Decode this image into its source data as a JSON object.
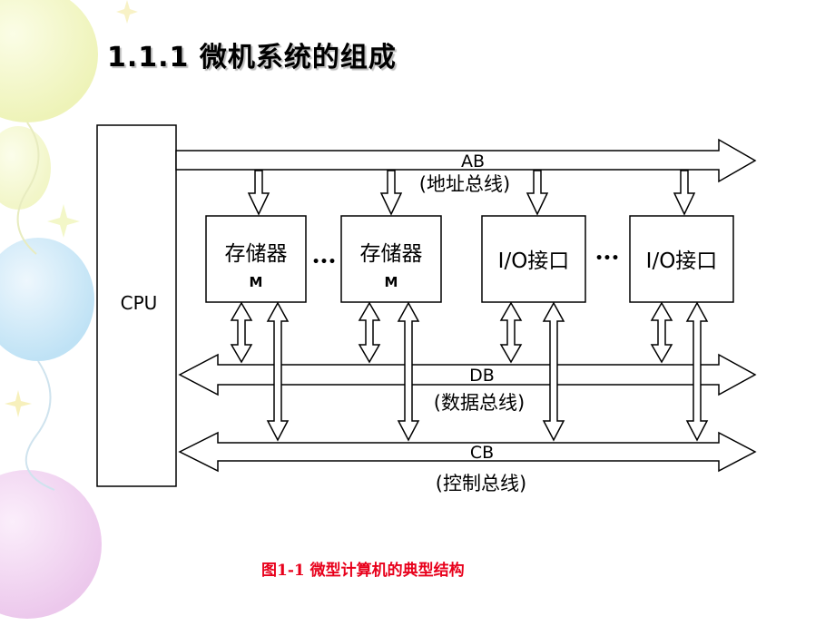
{
  "title": "1.1.1  微机系统的组成",
  "diagram": {
    "cpu_label": "CPU",
    "bus_address": {
      "name": "AB",
      "desc": "(地址总线)"
    },
    "bus_data": {
      "name": "DB",
      "desc": "(数据总线)"
    },
    "bus_control": {
      "name": "CB",
      "desc": "(控制总线)"
    },
    "memory_modules": [
      {
        "label": "存储器",
        "sub": "M"
      },
      {
        "label": "存储器",
        "sub": "M"
      }
    ],
    "io_modules": [
      {
        "label": "I/O接口"
      },
      {
        "label": "I/O接口"
      }
    ],
    "ellipsis": "•••"
  },
  "caption": "图1-1  微型计算机的典型结构",
  "colors": {
    "caption": "#e8001b",
    "line": "#000000",
    "balloon_yellow": "#f4f7c4",
    "balloon_blue": "#cfe8f7",
    "balloon_pink": "#f3d6f3"
  }
}
